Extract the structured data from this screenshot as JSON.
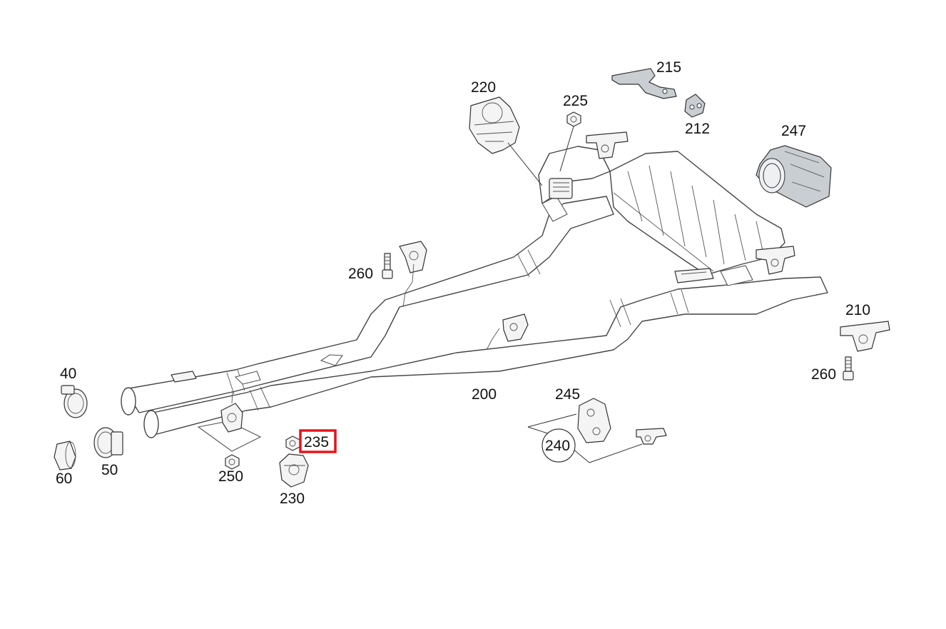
{
  "labels": {
    "p40": "40",
    "p50": "50",
    "p60": "60",
    "p200": "200",
    "p210": "210",
    "p212": "212",
    "p215": "215",
    "p220": "220",
    "p225": "225",
    "p230": "230",
    "p235": "235",
    "p240": "240",
    "p245": "245",
    "p247": "247",
    "p250": "250",
    "p260a": "260",
    "p260b": "260"
  },
  "highlight": {
    "color": "#e8141b",
    "selected_label": "235"
  }
}
